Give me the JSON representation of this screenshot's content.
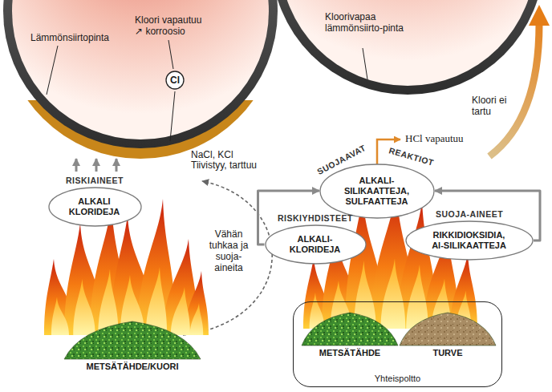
{
  "diagram": {
    "nodes": [
      {
        "text": [
          "Cl"
        ]
      },
      {
        "text": [
          "RISKIAINEET",
          "ALKALI KLORIDEJA"
        ]
      },
      {
        "text": [
          "METSÄTÄHDE/KUORI"
        ]
      },
      {
        "text": [
          "ALKALI-SILIKAATTEJA, SULFAATTEJA"
        ]
      },
      {
        "text": [
          "RISKIYHDISTEET",
          "ALKALI-KLORIDEJA"
        ]
      },
      {
        "text": [
          "SUOJA-AINEET",
          "RIKKIDIOKSIDIA, Al-SILIKAATTEJA"
        ]
      },
      {
        "text": [
          "Yhteispoltto"
        ]
      },
      {
        "text": [
          "METSÄTÄHDE"
        ],
        "in": 6
      },
      {
        "text": [
          "TURVE"
        ],
        "in": 6
      }
    ],
    "edges": [
      {
        "from": 4,
        "to": 3,
        "arrow": "to"
      },
      {
        "from": 5,
        "to": 3,
        "arrow": "to"
      }
    ],
    "labels": [
      "Lämmönsiirtopinta",
      "Kloori vapautuu ↗ korroosio",
      "NaCl, KCl",
      "Tiivistyy, tarttuu",
      "Vähän tuhkaa ja suoja-aineita",
      "Kloorivapaa lämmönsiirto-pinta",
      "Kloori ei tartu",
      "HCl vapautuu",
      "SUOJAAVAT",
      "REAKTIOT"
    ]
  }
}
